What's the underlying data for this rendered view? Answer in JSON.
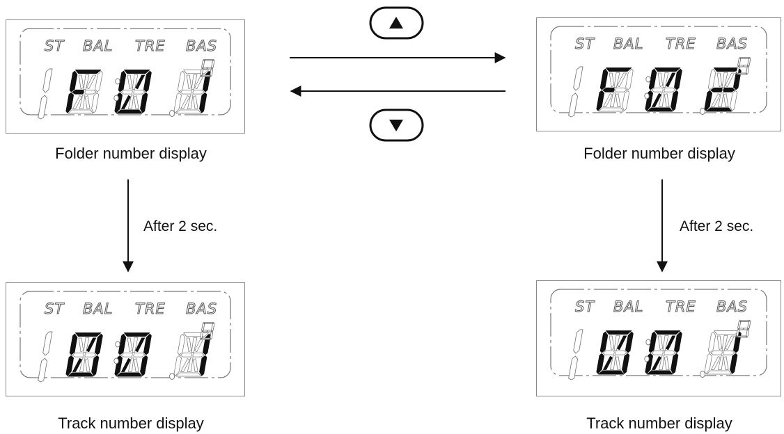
{
  "lcd_labels": [
    "ST",
    "BAL",
    "TRE",
    "BAS"
  ],
  "captions": {
    "folder_left": "Folder number display",
    "folder_right": "Folder number display",
    "track_left": "Track number display",
    "track_right": "Track number display"
  },
  "notes": {
    "delay_left": "After 2 sec.",
    "delay_right": "After 2 sec."
  },
  "buttons": {
    "up_icon": "triangle-up",
    "down_icon": "triangle-down"
  },
  "displays": {
    "folder_left": [
      "F",
      "0",
      "1"
    ],
    "folder_right": [
      "F",
      "0",
      "2"
    ],
    "track_left": [
      "0",
      "0",
      "1"
    ],
    "track_right": [
      "0",
      "0",
      "1"
    ]
  }
}
